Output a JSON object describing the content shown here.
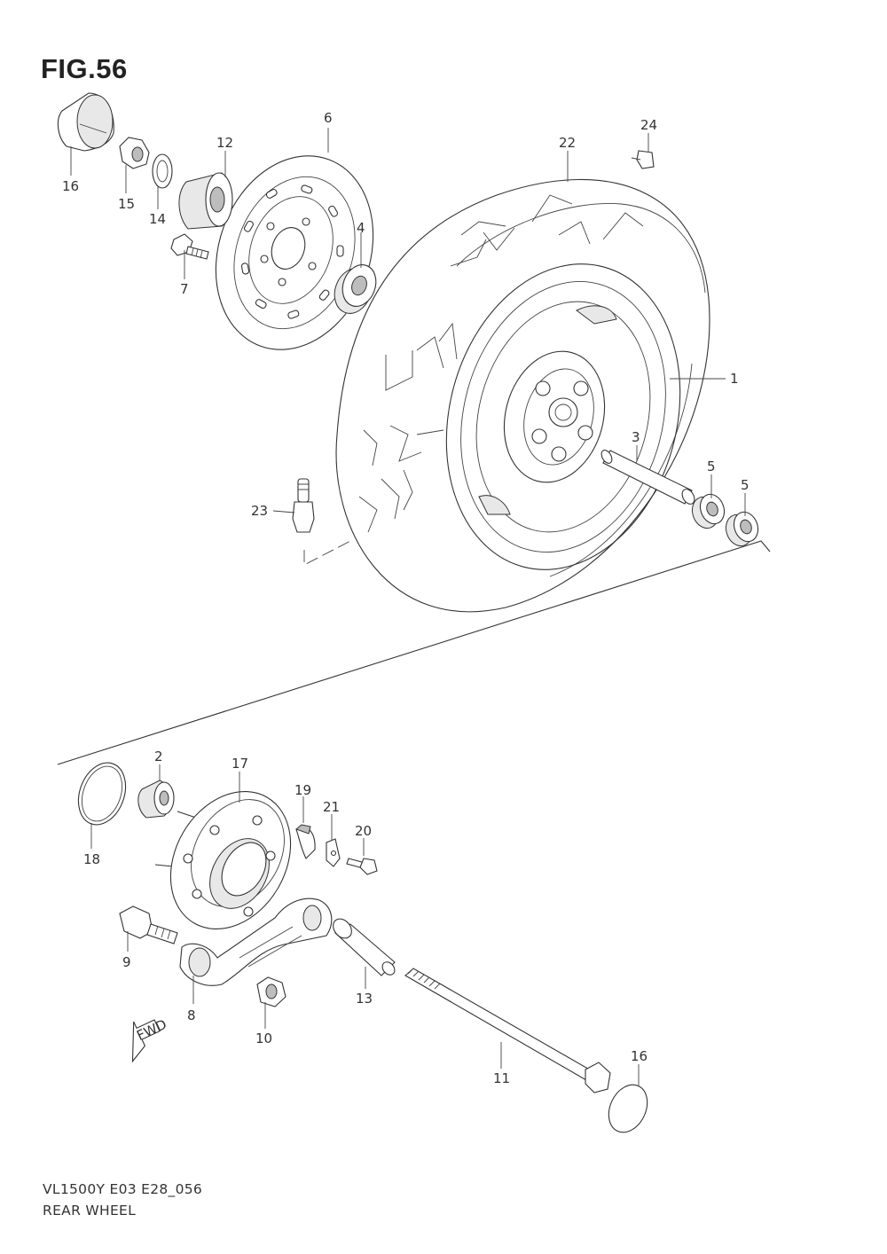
{
  "figure": {
    "title": "FIG.56",
    "code": "VL1500Y E03 E28_056",
    "name": "REAR WHEEL",
    "fwd_label": "FWD"
  },
  "callouts": [
    {
      "id": "p1",
      "label": "1"
    },
    {
      "id": "p2",
      "label": "2"
    },
    {
      "id": "p3",
      "label": "3"
    },
    {
      "id": "p4",
      "label": "4"
    },
    {
      "id": "p5a",
      "label": "5"
    },
    {
      "id": "p5b",
      "label": "5"
    },
    {
      "id": "p6",
      "label": "6"
    },
    {
      "id": "p7",
      "label": "7"
    },
    {
      "id": "p8",
      "label": "8"
    },
    {
      "id": "p9",
      "label": "9"
    },
    {
      "id": "p10",
      "label": "10"
    },
    {
      "id": "p11",
      "label": "11"
    },
    {
      "id": "p12",
      "label": "12"
    },
    {
      "id": "p13",
      "label": "13"
    },
    {
      "id": "p14",
      "label": "14"
    },
    {
      "id": "p15",
      "label": "15"
    },
    {
      "id": "p16a",
      "label": "16"
    },
    {
      "id": "p16b",
      "label": "16"
    },
    {
      "id": "p17",
      "label": "17"
    },
    {
      "id": "p18",
      "label": "18"
    },
    {
      "id": "p19",
      "label": "19"
    },
    {
      "id": "p20",
      "label": "20"
    },
    {
      "id": "p21",
      "label": "21"
    },
    {
      "id": "p22",
      "label": "22"
    },
    {
      "id": "p23",
      "label": "23"
    },
    {
      "id": "p24",
      "label": "24"
    }
  ]
}
